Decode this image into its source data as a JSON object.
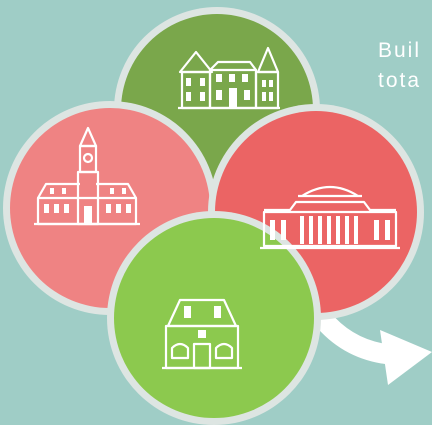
{
  "text": {
    "line1": "Buil",
    "line2": "tota"
  },
  "diagram": {
    "circles": [
      {
        "id": "green-top",
        "color": "#7aa74b",
        "icon": "manor-house-icon"
      },
      {
        "id": "red-left",
        "color": "#ef8383",
        "icon": "clock-tower-building-icon"
      },
      {
        "id": "red-right",
        "color": "#eb6464",
        "icon": "domed-institution-icon"
      },
      {
        "id": "green-bottom",
        "color": "#8cc94e",
        "icon": "small-house-icon"
      }
    ],
    "ring_color": "#dde5e2",
    "arrow_color": "#ffffff"
  }
}
